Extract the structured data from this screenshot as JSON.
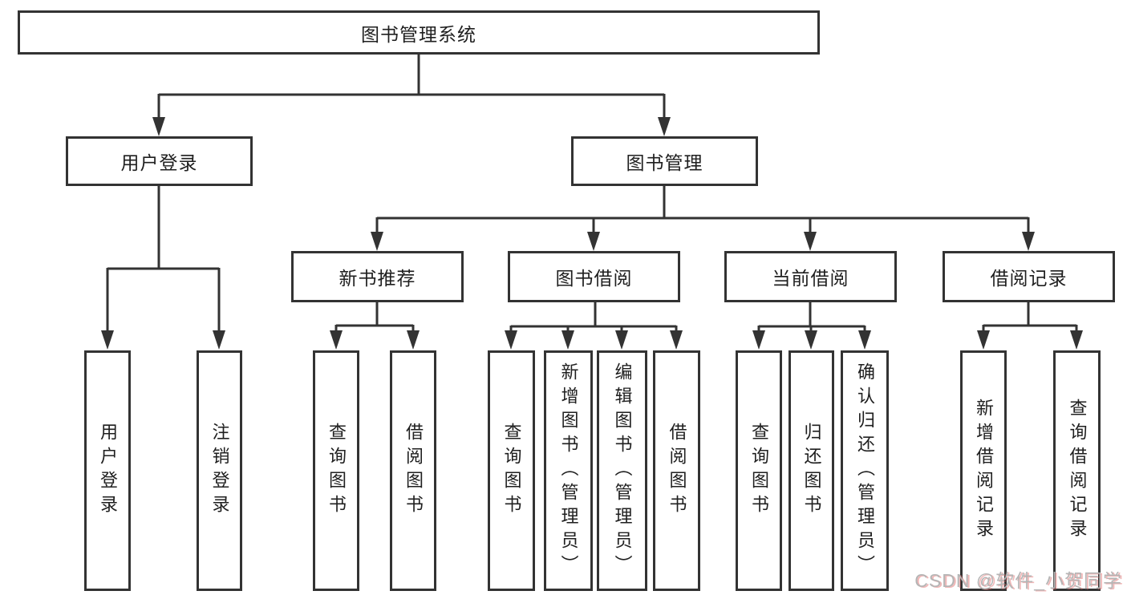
{
  "diagram": {
    "title": "图书管理系统",
    "level2": [
      {
        "label": "用户登录"
      },
      {
        "label": "图书管理"
      }
    ],
    "level3": [
      {
        "label": "新书推荐",
        "parent": "图书管理"
      },
      {
        "label": "图书借阅",
        "parent": "图书管理"
      },
      {
        "label": "当前借阅",
        "parent": "图书管理"
      },
      {
        "label": "借阅记录",
        "parent": "图书管理"
      }
    ],
    "leaves": [
      {
        "label": "用户登录",
        "parent": "用户登录"
      },
      {
        "label": "注销登录",
        "parent": "用户登录"
      },
      {
        "label": "查询图书",
        "parent": "新书推荐"
      },
      {
        "label": "借阅图书",
        "parent": "新书推荐"
      },
      {
        "label": "查询图书",
        "parent": "图书借阅"
      },
      {
        "label": "新增图书（管理员）",
        "parent": "图书借阅"
      },
      {
        "label": "编辑图书（管理员）",
        "parent": "图书借阅"
      },
      {
        "label": "借阅图书",
        "parent": "图书借阅"
      },
      {
        "label": "查询图书",
        "parent": "当前借阅"
      },
      {
        "label": "归还图书",
        "parent": "当前借阅"
      },
      {
        "label": "确认归还（管理员）",
        "parent": "当前借阅"
      },
      {
        "label": "新增借阅记录",
        "parent": "借阅记录"
      },
      {
        "label": "查询借阅记录",
        "parent": "借阅记录"
      }
    ]
  },
  "watermark": {
    "text": "CSDN @软件_小贺同学"
  },
  "colors": {
    "line": "#333333",
    "text": "#1f1f1f",
    "watermark_gray": "#b5b5b5",
    "watermark_red": "#e06060",
    "background": "#ffffff"
  }
}
